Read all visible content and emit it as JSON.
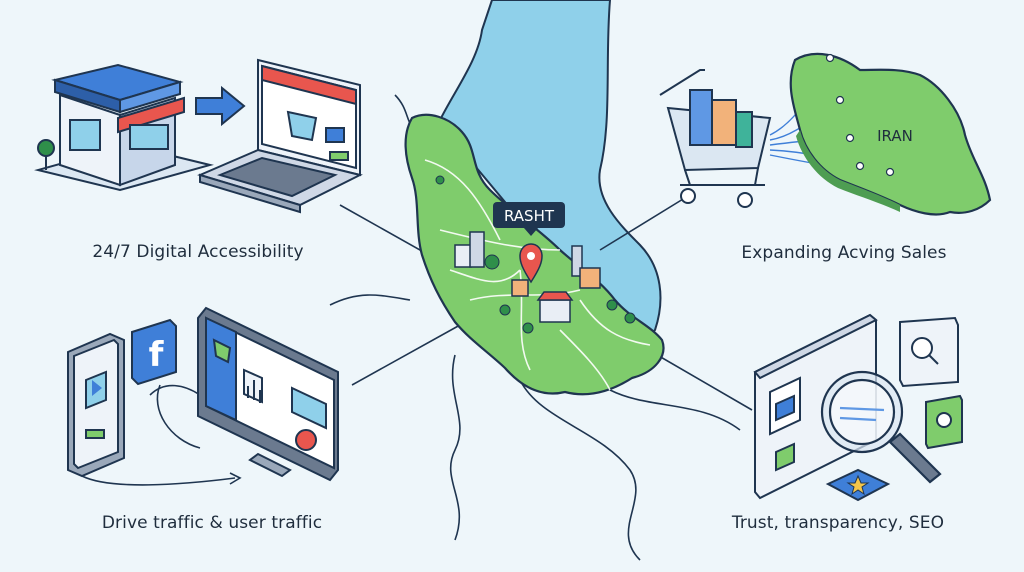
{
  "map": {
    "city_label": "RASHT",
    "country_label": "IRAN"
  },
  "captions": {
    "top_left": "24/7 Digital Accessibility",
    "top_right": "Expanding Acving Sales",
    "bottom_left": "Drive traffic & user traffic",
    "bottom_right": "Trust, transparency, SEO"
  },
  "icons": {
    "social": "f"
  },
  "colors": {
    "background": "#eef6fa",
    "water": "#8fd0ea",
    "land": "#7fcc6c",
    "outline": "#1f3550",
    "accent_red": "#e8564e",
    "accent_blue": "#3f7fd8"
  }
}
